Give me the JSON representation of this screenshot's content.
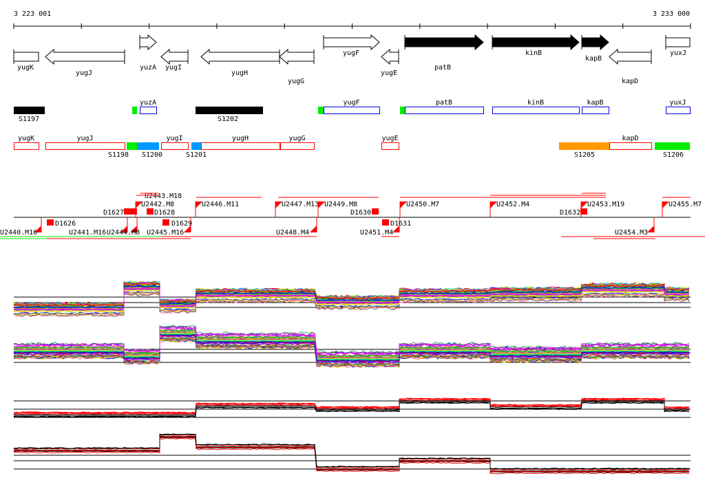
{
  "ruler": {
    "start_label": "3 223 001",
    "end_label": "3 233 000"
  },
  "genes": [
    "yugK",
    "yugJ",
    "yuzA",
    "yugI",
    "yugH",
    "yugG",
    "yugF",
    "yugE",
    "patB",
    "kinB",
    "kapB",
    "kapD",
    "yuxJ"
  ],
  "row2": {
    "segments": [
      "S1197",
      "S1202"
    ],
    "genes": [
      "yuzA",
      "yugF",
      "patB",
      "kinB",
      "kapB",
      "yuxJ"
    ]
  },
  "row3": {
    "genes": [
      "yugK",
      "yugJ",
      "yugI",
      "yugH",
      "yugG",
      "yugE",
      "kapD"
    ],
    "segments": [
      "S1198",
      "S1200",
      "S1201",
      "S1205",
      "S1206"
    ]
  },
  "tus_above": [
    "U2443.M18",
    "U2442.M8",
    "U2446.M11",
    "U2447.M13",
    "U2449.M8",
    "U2450.M7",
    "U2452.M4",
    "U2453.M19",
    "U2455.M7"
  ],
  "tus_below": [
    "U2440.M16",
    "U2441.M16",
    "U2444.M8",
    "U2445.M16",
    "U2448.M4",
    "U2451.M4",
    "U2454.M3"
  ],
  "downshifts": [
    "D1626",
    "D1627",
    "D1628",
    "D1629",
    "D1630",
    "D1631",
    "D1632"
  ],
  "colors": {
    "red": "#ff0000",
    "green": "#00ee00",
    "blue": "#0000ee",
    "cyan": "#0099ff",
    "orange": "#ff9900"
  }
}
